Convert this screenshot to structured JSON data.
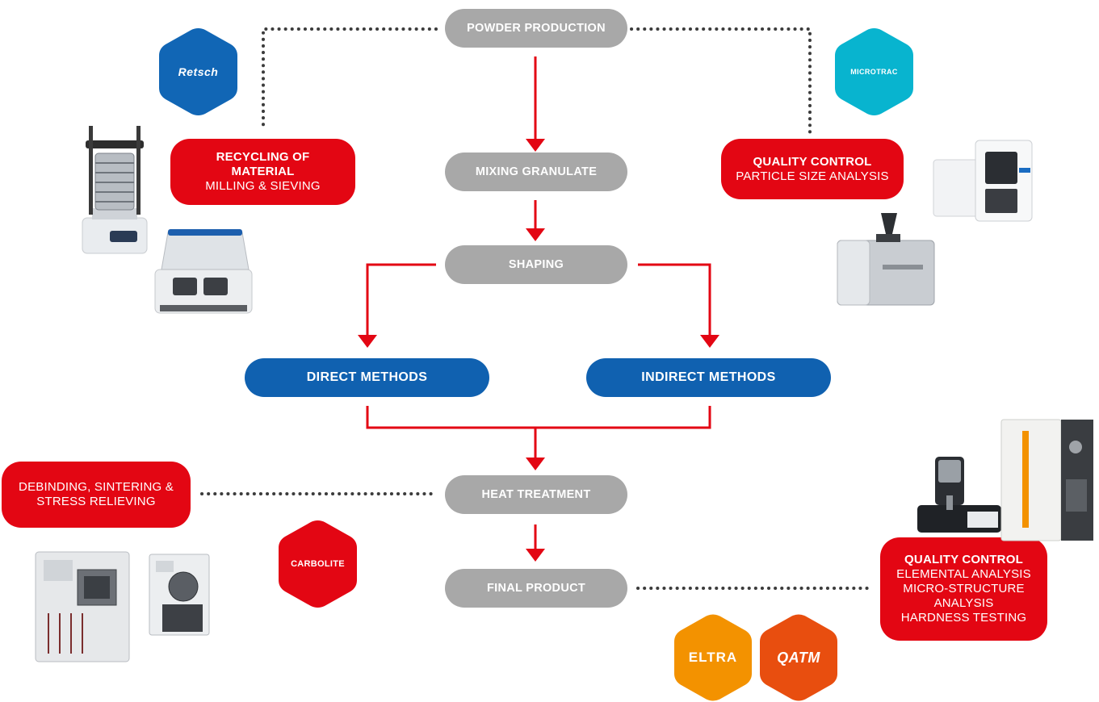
{
  "flow": {
    "powder_production": "POWDER PRODUCTION",
    "mixing_granulate": "MIXING GRANULATE",
    "shaping": "SHAPING",
    "direct_methods": "DIRECT METHODS",
    "indirect_methods": "INDIRECT METHODS",
    "heat_treatment": "HEAT TREATMENT",
    "final_product": "FINAL PRODUCT"
  },
  "callouts": {
    "recycling": {
      "title": "RECYCLING OF MATERIAL",
      "sub": "MILLING & SIEVING"
    },
    "qc_particle": {
      "title": "QUALITY CONTROL",
      "sub": "PARTICLE SIZE ANALYSIS"
    },
    "debinding": {
      "lines": [
        "DEBINDING, SINTERING &",
        "STRESS RELIEVING"
      ]
    },
    "qc_elemental": {
      "title": "QUALITY CONTROL",
      "lines": [
        "ELEMENTAL ANALYSIS",
        "MICRO-STRUCTURE",
        "ANALYSIS",
        "HARDNESS TESTING"
      ]
    }
  },
  "brands": {
    "retsch": "Retsch",
    "microtrac": "MICROTRAC",
    "carbolite": "CARBOLITE",
    "eltra": "ELTRA",
    "qatm": "QATM"
  },
  "colors": {
    "red": "#e30613",
    "gray": "#a8a8a8",
    "blue": "#1061b0",
    "retsch_blue": "#1166b5",
    "microtrac_cyan": "#08b4cf",
    "carbolite_red": "#e30613",
    "eltra_orange": "#f39200",
    "qatm_orange": "#e84e0f",
    "dots": "#3c3c3c"
  }
}
